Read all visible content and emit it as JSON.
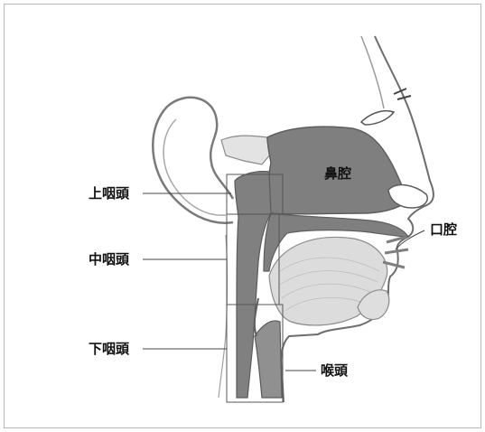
{
  "labels": {
    "upper_pharynx": "上咽頭",
    "middle_pharynx": "中咽頭",
    "lower_pharynx": "下咽頭",
    "nasal_cavity": "鼻腔",
    "oral_cavity": "口腔",
    "larynx": "喉頭"
  },
  "colors": {
    "highlight": "#7f7f7f",
    "highlight_dark": "#5e5e5e",
    "outline": "#6d6d6d",
    "soft_fill": "#d9d9d9",
    "box_line": "#555555"
  }
}
